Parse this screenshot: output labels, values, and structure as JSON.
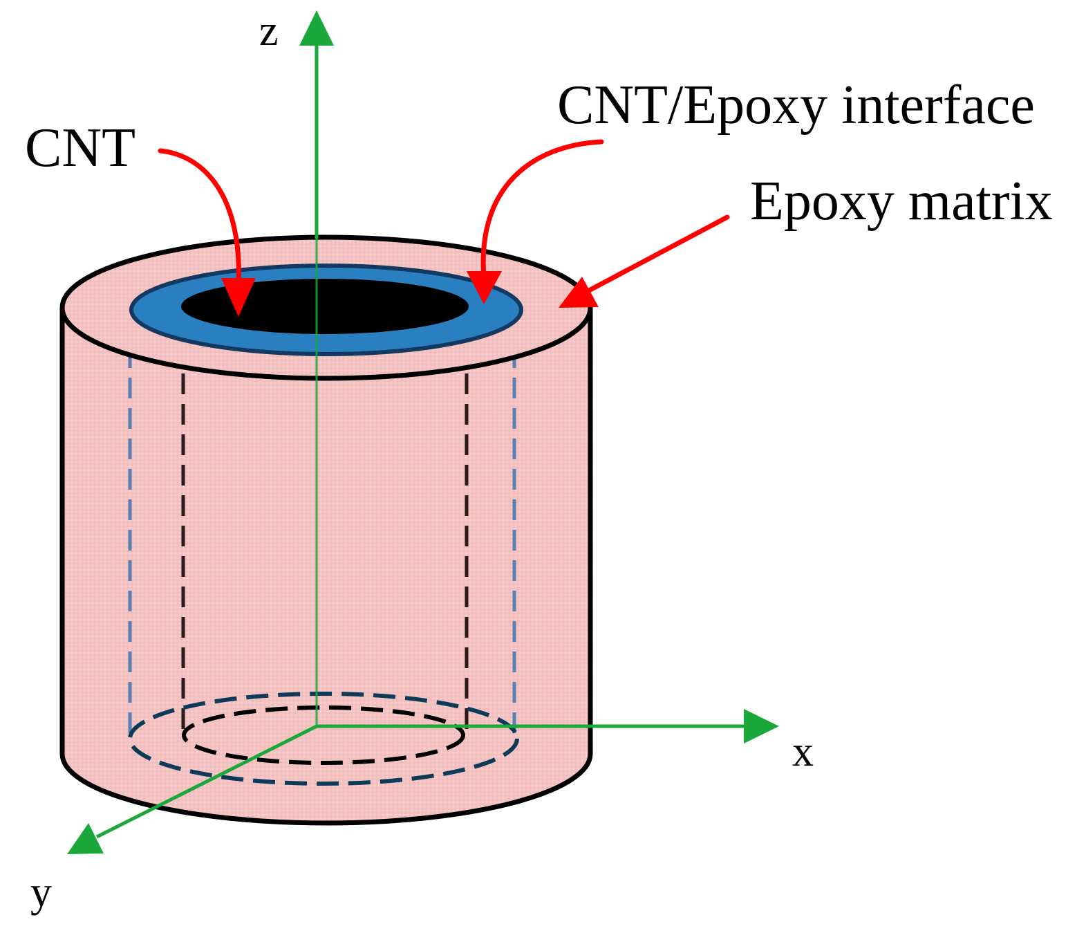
{
  "labels": {
    "cnt": "CNT",
    "interface": "CNT/Epoxy interface",
    "matrix": "Epoxy matrix"
  },
  "axes": {
    "z": "z",
    "x": "x",
    "y": "y"
  },
  "colors": {
    "matrix_fill": "#f4c6c4",
    "interface_fill": "#2a7fc1",
    "cnt_fill": "#000000",
    "axis": "#1aa83a",
    "pointer": "#ff0000",
    "outline": "#000000",
    "hidden_interface": "#5a7fb0",
    "hidden_cnt": "#2a1a1a",
    "base_dashes": "#0e3a5a"
  }
}
